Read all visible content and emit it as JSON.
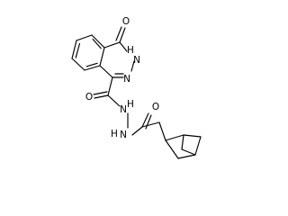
{
  "molecule": {
    "atom_labels": {
      "ketone_oxygen": "O",
      "ring_nh": "H",
      "ring_nh_n": "N",
      "ring_n": "N",
      "amide_oxygen_left": "O",
      "hydrazide_nh_left": "H",
      "hydrazide_nh_left_n": "N",
      "hydrazide_nh_right": "H",
      "hydrazide_nh_right_n": "N",
      "amide_oxygen_right": "O"
    }
  }
}
